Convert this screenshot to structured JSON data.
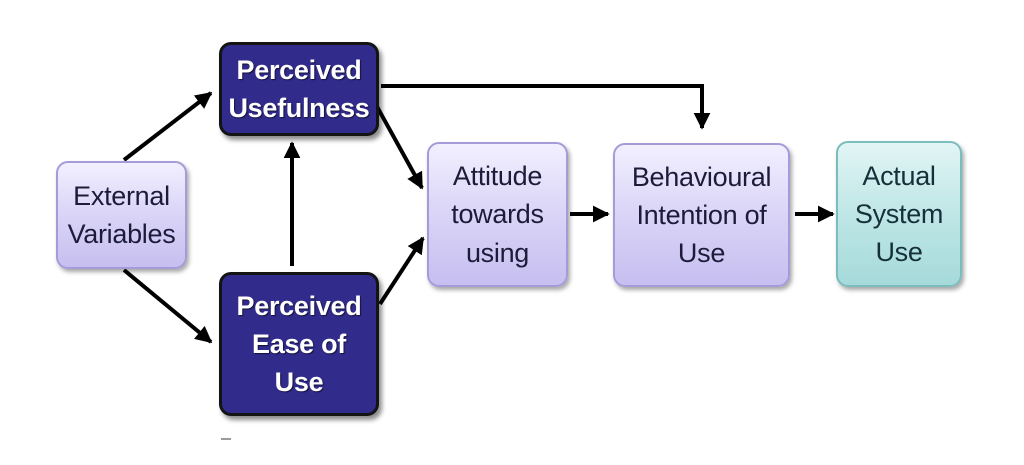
{
  "diagram": {
    "nodes": {
      "external_variables": {
        "label": "External\nVariables"
      },
      "perceived_usefulness": {
        "label": "Perceived\nUsefulness"
      },
      "perceived_ease_of_use": {
        "label": "Perceived\nEase of\nUse"
      },
      "attitude_towards_using": {
        "label": "Attitude\ntowards\nusing"
      },
      "behavioural_intention_of_use": {
        "label": "Behavioural\nIntention of\nUse"
      },
      "actual_system_use": {
        "label": "Actual\nSystem\nUse"
      }
    },
    "edges": [
      {
        "from": "external_variables",
        "to": "perceived_usefulness"
      },
      {
        "from": "external_variables",
        "to": "perceived_ease_of_use"
      },
      {
        "from": "perceived_ease_of_use",
        "to": "perceived_usefulness"
      },
      {
        "from": "perceived_usefulness",
        "to": "attitude_towards_using"
      },
      {
        "from": "perceived_ease_of_use",
        "to": "attitude_towards_using"
      },
      {
        "from": "perceived_usefulness",
        "to": "behavioural_intention_of_use"
      },
      {
        "from": "attitude_towards_using",
        "to": "behavioural_intention_of_use"
      },
      {
        "from": "behavioural_intention_of_use",
        "to": "actual_system_use"
      }
    ],
    "colors": {
      "dark_node": "#312b8c",
      "light_node": "#d8d2f5",
      "final_node": "#bfe6e6",
      "arrow": "#000000"
    }
  }
}
